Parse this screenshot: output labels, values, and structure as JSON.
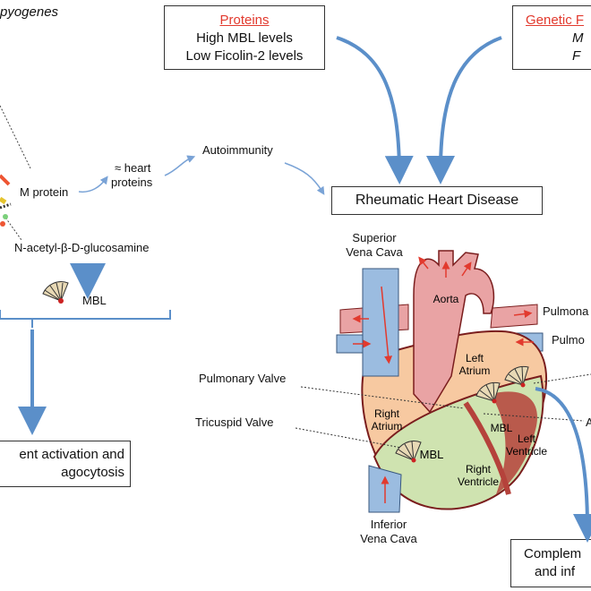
{
  "organism": "pyogenes",
  "proteins_box": {
    "title": "Proteins",
    "line1": "High MBL levels",
    "line2": "Low Ficolin-2 levels"
  },
  "genetic_box": {
    "title": "Genetic F",
    "line1": "M",
    "line2": "F"
  },
  "left_path": {
    "m_protein": "M protein",
    "heart_proteins_1": "≈ heart",
    "heart_proteins_2": "proteins",
    "autoimmunity": "Autoimmunity",
    "glcnac": "N-acetyl-β-D-glucosamine",
    "mbl": "MBL"
  },
  "rhd_box": "Rheumatic Heart Disease",
  "complement_left": {
    "line1": "ent activation and",
    "line2": "agocytosis"
  },
  "complement_right": {
    "line1": "Complem",
    "line2": "and inf"
  },
  "heart": {
    "superior_vc_1": "Superior",
    "superior_vc_2": "Vena Cava",
    "aorta": "Aorta",
    "pulmonary_artery": "Pulmona",
    "pulmonary_vein": "Pulmo",
    "left_atrium_1": "Left",
    "left_atrium_2": "Atrium",
    "pulmonary_valve": "Pulmonary Valve",
    "right_atrium_1": "Right",
    "right_atrium_2": "Atrium",
    "mbl_center": "MBL",
    "left_ventricle_1": "Left",
    "left_ventricle_2": "Ventricle",
    "aortic_valve": "A",
    "tricuspid_valve": "Tricuspid Valve",
    "mbl_lower": "MBL",
    "right_ventricle_1": "Right",
    "right_ventricle_2": "Ventricle",
    "inferior_vc_1": "Inferior",
    "inferior_vc_2": "Vena Cava"
  },
  "colors": {
    "arrow_blue": "#5b8fc9",
    "red_text": "#e23a2e",
    "vena_cava": "#9bbce0",
    "aorta": "#e9a3a4",
    "atrium": "#f7c9a1",
    "ventricle": "#cfe3b0",
    "heart_outline": "#7a1d1d"
  }
}
